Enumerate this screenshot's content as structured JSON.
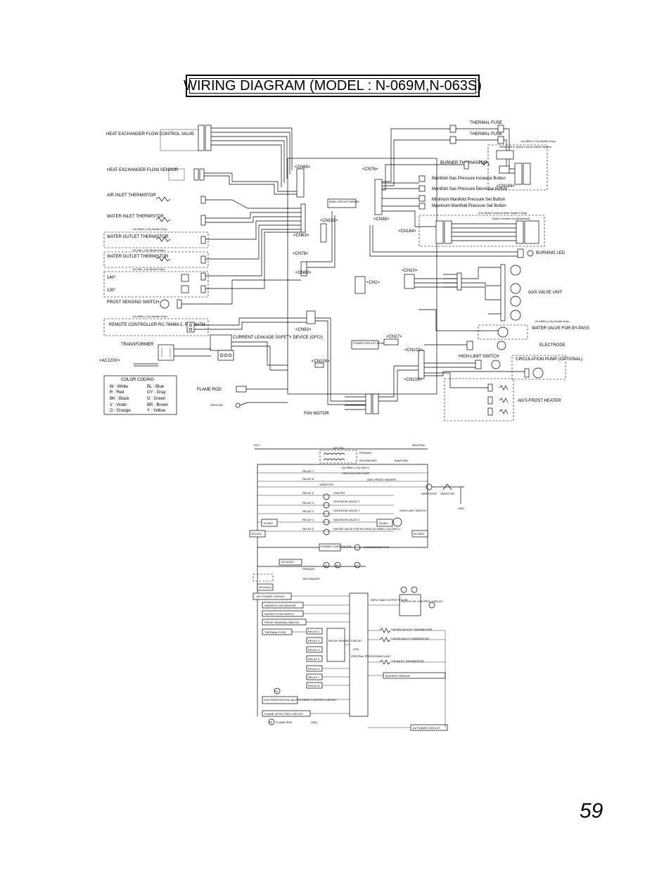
{
  "title": "WIRING DIAGRAM (MODEL : N-069M,N-063S)",
  "page_number": "59",
  "wiring": {
    "components": {
      "hx_flow_valve": "HEAT EXCHANGER FLOW CONTROL VALVE",
      "hx_flow_sensor": "HEAT EXCHANGER FLOW SENSOR",
      "air_inlet": "AIR INLET THERMISTOR",
      "water_inlet": "WATER INLET THERMISTOR",
      "water_outlet_1": "WATER OUTLET THERMISTOR",
      "water_outlet_2": "WATER OUTLET THERMISTOR",
      "frost_switch": "FROST SENSING SWITCH",
      "remote": "REMOTE CONTROLLER RC-7646M-2, RC-7647M",
      "transformer": "TRANSFORMER",
      "ac120": "<AC120V>",
      "gfci": "CURRENT LEAKAGE SAFETY DEVICE (GFCI)",
      "flame_rod": "FLAME ROD",
      "ground": "GROUND",
      "fan_motor": "FAN MOTOR",
      "thermal_fuse_1": "THERMAL FUSE",
      "thermal_fuse_2": "THERMAL FUSE",
      "burner_thermistor": "BURNER THERMISTOR",
      "burning_led": "BURNING LED",
      "gas_valve": "GAS VALVE UNIT",
      "water_valve": "WATER VALVE FOR BY-PASS",
      "electrode": "ELECTRODE",
      "high_limit": "HIGH-LIMIT SWITCH",
      "circ_pump": "CIRCULATION PUMP (OPTIONAL)",
      "anti_frost": "ANTI-FROST HEATER",
      "main_board": "MAIN CIRCUIT BOARD",
      "power_board": "POWER CIRCUIT BOARD",
      "temp_140": "140°",
      "temp_130": "130°"
    },
    "buttons": [
      "Manifold Gas Pressure Increase Button",
      "Manifold Gas Pressure Decrease Button",
      "Minimum Manifold Pressure Set Button",
      "Maximum Manifold Pressure Set Button"
    ],
    "connectors": [
      "<CN69>",
      "<CN63>",
      "<CN76>",
      "<CN38>",
      "<CN102>",
      "<CN78>",
      "<CN89>",
      "<CN1>",
      "<CN10>",
      "<CN184>",
      "<CN184>",
      "<CN92>",
      "<CN27>",
      "<CN102>",
      "<CN100>",
      "<CN103>"
    ],
    "notes": {
      "n069m_1": "<N-069M ( CA) Model Only>",
      "n063_1": "<N-063 ( CA) Model Only>",
      "n063_2": "<N-063 ( CA) Model Only>",
      "n069m_2": "<N-069M ( CA) Model Only>",
      "n069m_3": "<N-069M ( CA) Model Only>",
      "n069m_4": "<N-069M ( CA) Model Only>",
      "multi_system": "(For Quick Connect Multi System Only)",
      "quick_connect": "Quick Connect Cord(Optional)",
      "other_unit": "Other Unit in Quick Connect Multi System"
    },
    "color_coding": {
      "title": "COLOR CODING",
      "left": [
        "W  : White",
        "R  : Red",
        "BK : Black",
        "V  : Violet",
        "O  : Orange"
      ],
      "right": [
        "BL : Blue",
        "GY : Gray",
        "G  : Green",
        "BR : Brown",
        "Y  : Yellow"
      ]
    }
  },
  "schematic": {
    "top": {
      "hot": "HOT",
      "neutral": "NEUTRAL",
      "ac120": "AC120V",
      "primary": "PRIMARY",
      "secondary": "SECONDARY",
      "fuse": "10A(FUSE)"
    },
    "n069m_only": "(N-069M ( CA) ONLY)",
    "relays": [
      {
        "relay": "RELAY 7",
        "load": "CIRCULATION PUMP"
      },
      {
        "relay": "RELAY 8",
        "load": "ANTI-FROST HEATER"
      },
      {
        "relay": "",
        "load": "VARISTOR"
      },
      {
        "relay": "RELAY 6",
        "load": "IGNITER"
      },
      {
        "relay": "RELAY 3",
        "load": "SOLENOID VALVE 0"
      },
      {
        "relay": "RELAY 2",
        "load": "SOLENOID VALVE 1"
      },
      {
        "relay": "RELAY 4",
        "load": "SOLENOID VALVE 2"
      },
      {
        "relay": "RELAY 5",
        "load": "WATER VALVE FOR BY-PASS (N-069M ( CA) ONLY)"
      }
    ],
    "arrester": "ARRESTER",
    "varistor_right": "VARISTOR",
    "gnd": "GND",
    "high_limit": "HIGH LIMIT SWITCH",
    "dc80_l": "DC80V",
    "dc80_r": "DC80V",
    "dc140_l": "DC140V",
    "dc160_r": "DC160V",
    "power_controller": "POWER CONTROLLER",
    "combustion_fan": "COMBUSTION FAN",
    "dc19": "DC19V(2)",
    "dc15": "DC15V(1)",
    "primary2": "PRIMARY",
    "secondary2": "SECONDARY",
    "marks": [
      "A",
      "B",
      "C"
    ],
    "v15": "15V POWER CIRCUIT",
    "left_blocks": [
      "WATER FLOW SENSOR",
      "WATER FLOW SERVO",
      "FROST SENSING SWITCH",
      "THERMAL FUSE"
    ],
    "relays_right": [
      "RELAY 2",
      "RELAY 3",
      "RELAY 4",
      "RELAY 5",
      "RELAY 6",
      "RELAY 7",
      "RELAY 8"
    ],
    "relay_driving": "RELAY DRIVING CIRCUIT",
    "cpu": "CPU",
    "cpu_sub": "CENTRAL PROCESSING UNIT",
    "io_pulse": "INPUT AND OUTPUT PULSE",
    "fan_pulse": "FAN PULSE CONTROL CIRCUIT",
    "thermistors": [
      "WATER OUTLET THERMISTOR",
      "WATER INLET THERMISTOR",
      "AIR INLET THERMISTOR"
    ],
    "burner_sensor": "BURNER SENSOR",
    "gas_prop": "GAS PROPORTION VALVE POWER CONTROL CIRCUIT",
    "pv": "PV",
    "flame_detect": "FLAME DETECTING CIRCUIT",
    "flame_rod": "FLAME ROD",
    "fr": "FR",
    "gnd2": "GND",
    "v5": "5V POWER CIRCUIT"
  }
}
